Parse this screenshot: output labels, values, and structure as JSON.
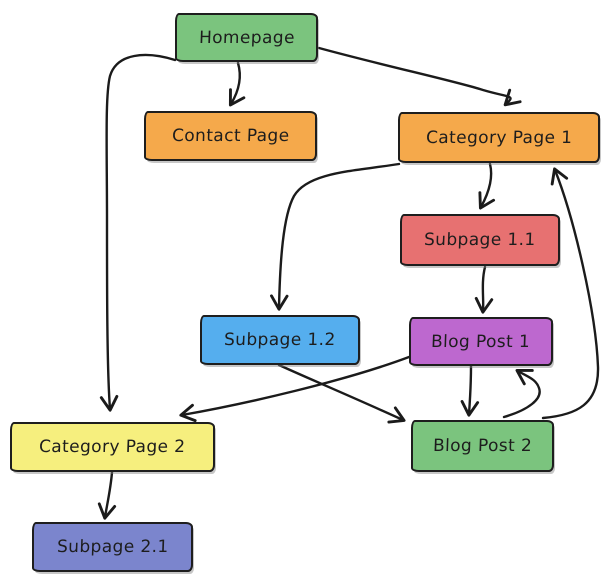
{
  "diagram": {
    "type": "flowchart",
    "style": "hand-drawn",
    "background": "#ffffff",
    "stroke_color": "#1b1b1b",
    "nodes": {
      "homepage": {
        "label": "Homepage",
        "color": "#7bc47e"
      },
      "contact": {
        "label": "Contact Page",
        "color": "#f5a94b"
      },
      "category1": {
        "label": "Category Page 1",
        "color": "#f5a94b"
      },
      "subpage11": {
        "label": "Subpage 1.1",
        "color": "#e77171"
      },
      "subpage12": {
        "label": "Subpage 1.2",
        "color": "#55aeee"
      },
      "blogpost1": {
        "label": "Blog Post 1",
        "color": "#bd68cf"
      },
      "blogpost2": {
        "label": "Blog Post 2",
        "color": "#7bc47e"
      },
      "category2": {
        "label": "Category Page 2",
        "color": "#f6ef7e"
      },
      "subpage21": {
        "label": "Subpage 2.1",
        "color": "#7b85cd"
      }
    },
    "edges": [
      {
        "from": "Homepage",
        "to": "Contact Page"
      },
      {
        "from": "Homepage",
        "to": "Category Page 1"
      },
      {
        "from": "Homepage",
        "to": "Category Page 2"
      },
      {
        "from": "Category Page 1",
        "to": "Subpage 1.1"
      },
      {
        "from": "Category Page 1",
        "to": "Subpage 1.2"
      },
      {
        "from": "Subpage 1.1",
        "to": "Blog Post 1"
      },
      {
        "from": "Blog Post 1",
        "to": "Blog Post 2"
      },
      {
        "from": "Blog Post 2",
        "to": "Blog Post 1"
      },
      {
        "from": "Blog Post 2",
        "to": "Category Page 1"
      },
      {
        "from": "Subpage 1.2",
        "to": "Blog Post 2"
      },
      {
        "from": "Blog Post 1",
        "to": "Category Page 2"
      },
      {
        "from": "Category Page 2",
        "to": "Subpage 2.1"
      }
    ]
  }
}
